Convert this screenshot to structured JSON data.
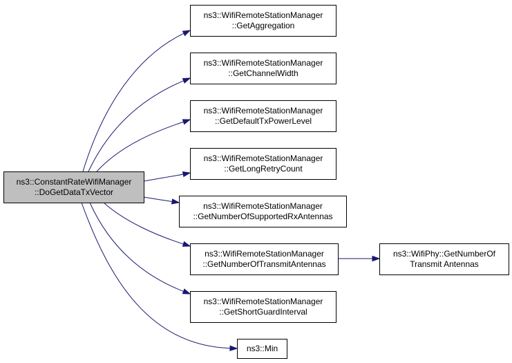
{
  "colors": {
    "root_fill": "#bfbfbf",
    "node_fill": "#ffffff",
    "edge": "#191970",
    "border": "#000000"
  },
  "nodes": [
    {
      "id": "root",
      "lines": [
        "ns3::ConstantRateWifiManager",
        "::DoGetDataTxVector"
      ]
    },
    {
      "id": "get-aggregation",
      "lines": [
        "ns3::WifiRemoteStationManager",
        "::GetAggregation"
      ]
    },
    {
      "id": "get-channel-width",
      "lines": [
        "ns3::WifiRemoteStationManager",
        "::GetChannelWidth"
      ]
    },
    {
      "id": "get-default-tx-power-level",
      "lines": [
        "ns3::WifiRemoteStationManager",
        "::GetDefaultTxPowerLevel"
      ]
    },
    {
      "id": "get-long-retry-count",
      "lines": [
        "ns3::WifiRemoteStationManager",
        "::GetLongRetryCount"
      ]
    },
    {
      "id": "get-number-of-supported-rx-antennas",
      "lines": [
        "ns3::WifiRemoteStationManager",
        "::GetNumberOfSupportedRxAntennas"
      ]
    },
    {
      "id": "get-number-of-transmit-antennas",
      "lines": [
        "ns3::WifiRemoteStationManager",
        "::GetNumberOfTransmitAntennas"
      ]
    },
    {
      "id": "get-short-guard-interval",
      "lines": [
        "ns3::WifiRemoteStationManager",
        "::GetShortGuardInterval"
      ]
    },
    {
      "id": "min",
      "lines": [
        "ns3::Min"
      ]
    },
    {
      "id": "wifiphy-get-number-of-transmit-antennas",
      "lines": [
        "ns3::WifiPhy::GetNumberOf",
        "Transmit Antennas"
      ]
    }
  ],
  "edges": [
    {
      "from": "root",
      "to": "get-aggregation"
    },
    {
      "from": "root",
      "to": "get-channel-width"
    },
    {
      "from": "root",
      "to": "get-default-tx-power-level"
    },
    {
      "from": "root",
      "to": "get-long-retry-count"
    },
    {
      "from": "root",
      "to": "get-number-of-supported-rx-antennas"
    },
    {
      "from": "root",
      "to": "get-number-of-transmit-antennas"
    },
    {
      "from": "root",
      "to": "get-short-guard-interval"
    },
    {
      "from": "root",
      "to": "min"
    },
    {
      "from": "get-number-of-transmit-antennas",
      "to": "wifiphy-get-number-of-transmit-antennas"
    }
  ]
}
